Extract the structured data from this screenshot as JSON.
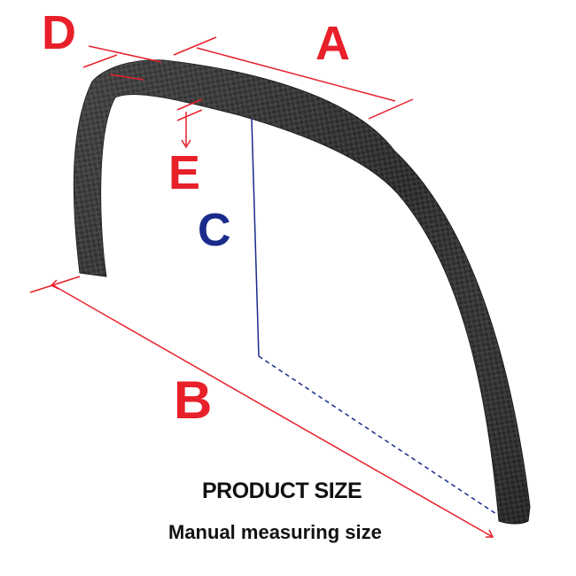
{
  "labels": {
    "a": "A",
    "b": "B",
    "c": "C",
    "d": "D",
    "e": "E"
  },
  "caption": {
    "title": "PRODUCT SIZE",
    "subtitle": "Manual measuring size"
  },
  "colors": {
    "dimension_red": "#e8202a",
    "height_blue": "#1a2a8c",
    "carbon_dark": "#2e2e2e",
    "text": "#111111"
  }
}
